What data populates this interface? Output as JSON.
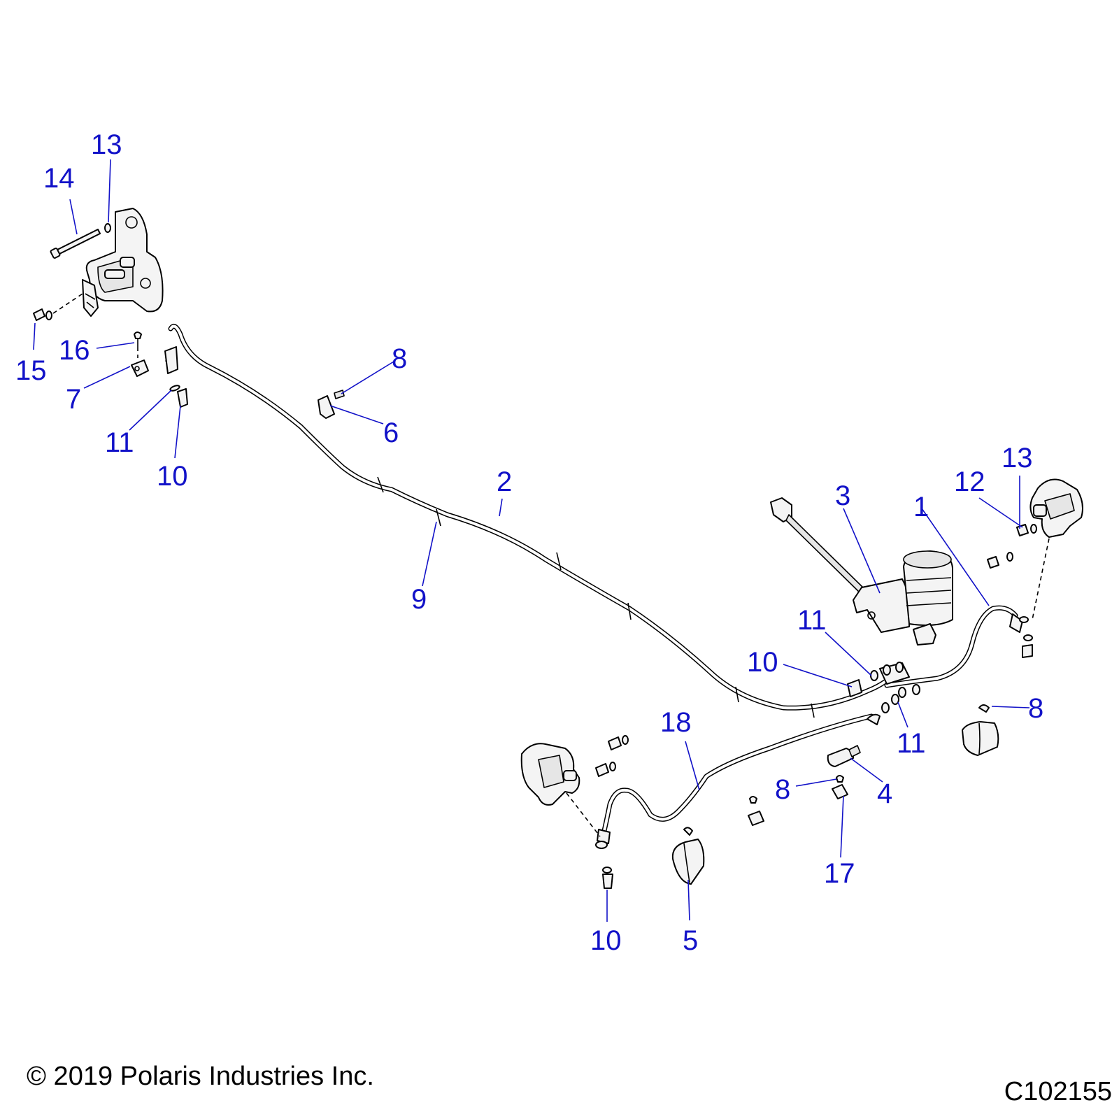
{
  "footer": {
    "copyright": "© 2019 Polaris Industries Inc.",
    "drawing_number": "C102155"
  },
  "callouts": [
    {
      "id": "c14",
      "label": "14"
    },
    {
      "id": "c13a",
      "label": "13"
    },
    {
      "id": "c15",
      "label": "15"
    },
    {
      "id": "c16",
      "label": "16"
    },
    {
      "id": "c7",
      "label": "7"
    },
    {
      "id": "c11a",
      "label": "11"
    },
    {
      "id": "c10a",
      "label": "10"
    },
    {
      "id": "c8a",
      "label": "8"
    },
    {
      "id": "c6",
      "label": "6"
    },
    {
      "id": "c2",
      "label": "2"
    },
    {
      "id": "c9",
      "label": "9"
    },
    {
      "id": "c3",
      "label": "3"
    },
    {
      "id": "c1",
      "label": "1"
    },
    {
      "id": "c12",
      "label": "12"
    },
    {
      "id": "c13b",
      "label": "13"
    },
    {
      "id": "c11b",
      "label": "11"
    },
    {
      "id": "c10b",
      "label": "10"
    },
    {
      "id": "c8b",
      "label": "8"
    },
    {
      "id": "c11c",
      "label": "11"
    },
    {
      "id": "c18",
      "label": "18"
    },
    {
      "id": "c8c",
      "label": "8"
    },
    {
      "id": "c4",
      "label": "4"
    },
    {
      "id": "c17",
      "label": "17"
    },
    {
      "id": "c10c",
      "label": "10"
    },
    {
      "id": "c5",
      "label": "5"
    }
  ]
}
